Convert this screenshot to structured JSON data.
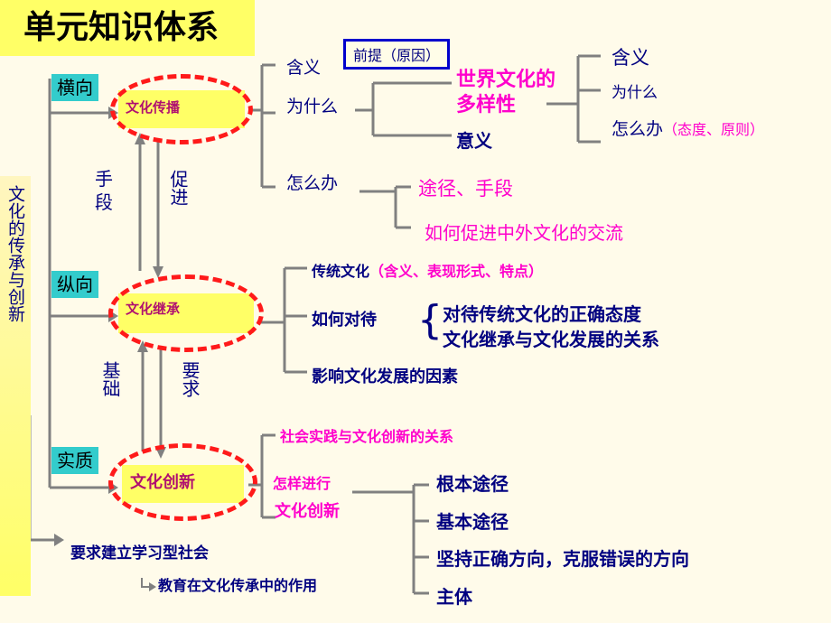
{
  "title": "单元知识体系",
  "left_bar": "文化的传承与创新",
  "categories": {
    "horizontal": "横向",
    "vertical": "纵向",
    "essence": "实质"
  },
  "nodes": {
    "spread": "文化传播",
    "inherit": "文化继承",
    "innovate": "文化创新"
  },
  "arrows": {
    "means": "手段",
    "promote": "促进",
    "basis": "基础",
    "require": "要求"
  },
  "spread_branches": {
    "meaning": "含义",
    "why": "为什么",
    "how": "怎么办"
  },
  "premise_box": "前提（原因）",
  "diversity": {
    "title_line1": "世界文化的",
    "title_line2": "多样性",
    "significance": "意义",
    "sub": {
      "meaning": "含义",
      "why": "为什么",
      "how": "怎么办",
      "how_note": "（态度、原则）"
    }
  },
  "how_branches": {
    "channels": "途径、手段",
    "exchange": "如何促进中外文化的交流"
  },
  "inherit_branches": {
    "traditional": "传统文化",
    "traditional_note": "（含义、表现形式、特点）",
    "treat": "如何对待",
    "attitude": "对待传统文化的正确态度",
    "relation": "文化继承与文化发展的关系",
    "factors": "影响文化发展的因素"
  },
  "innovate_branches": {
    "practice": "社会实践与文化创新的关系",
    "how_line1": "怎样进行",
    "how_line2": "文化创新",
    "fundamental": "根本途径",
    "basic": "基本途径",
    "direction": "坚持正确方向，克服错误的方向",
    "subject": "主体"
  },
  "bottom": {
    "learning": "要求建立学习型社会",
    "education": "教育在文化传承中的作用"
  }
}
